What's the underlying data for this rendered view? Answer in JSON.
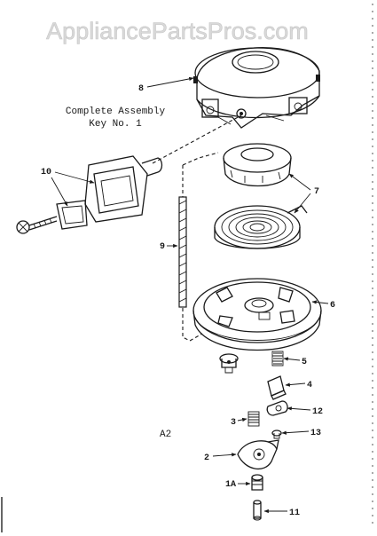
{
  "watermark": "AppliancePartsPros.com",
  "assembly_note": {
    "line1": "Complete Assembly",
    "line2": "Key No. 1"
  },
  "sheet_code": "A2",
  "callouts": [
    "8",
    "10",
    "7",
    "9",
    "6",
    "5",
    "4",
    "12",
    "3",
    "13",
    "2",
    "1A",
    "11"
  ]
}
